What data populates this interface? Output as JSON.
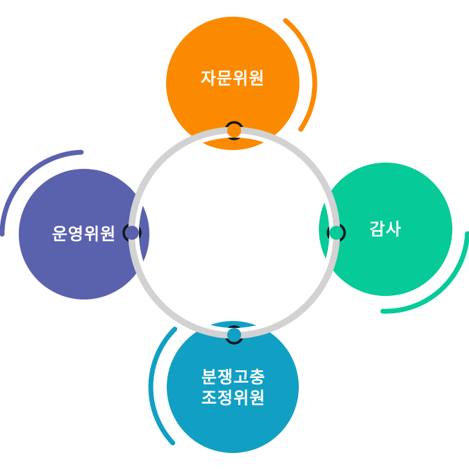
{
  "diagram": {
    "type": "circular-committee-structure",
    "colors": {
      "background": "#ffffff",
      "ring_gray": "#d2d2d2",
      "ring_inner_highlight": "#ffffff",
      "connector_outline": "#12161d"
    },
    "nodes": {
      "top": {
        "label": "자문위원",
        "color": "#fb8a00"
      },
      "right": {
        "label": "감사",
        "color": "#06ca97"
      },
      "bottom": {
        "label_line1": "분쟁고충",
        "label_line2": "조정위원",
        "color": "#129fc4"
      },
      "left": {
        "label": "운영위원",
        "color": "#5a61ad"
      }
    }
  }
}
